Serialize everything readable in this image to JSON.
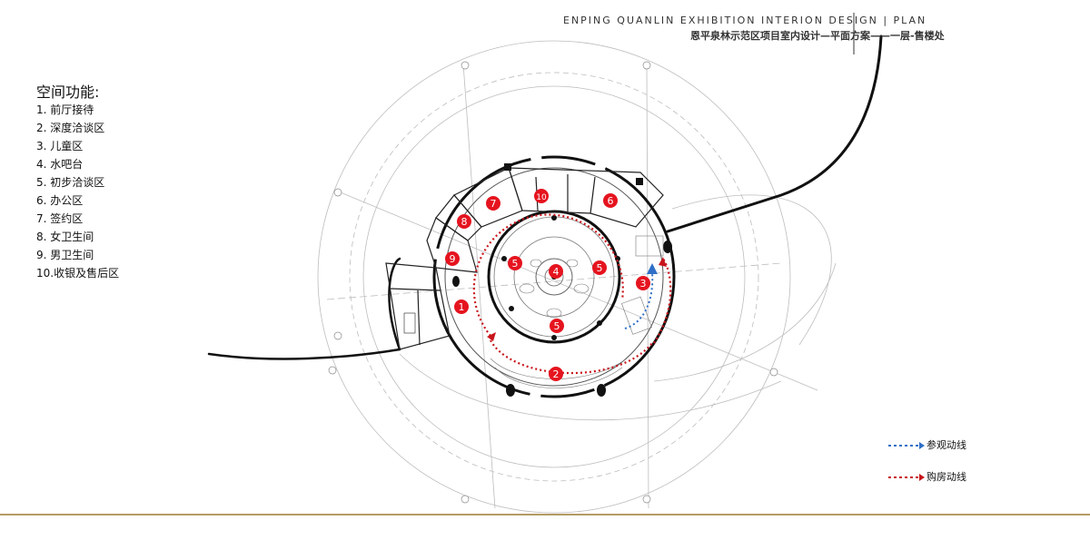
{
  "title": {
    "english": "ENPING QUANLIN EXHIBITION INTERION DESIGN  |  PLAN",
    "chinese": "恩平泉林示范区项目室内设计—平面方案——一层-售楼处"
  },
  "legend": {
    "heading": "空间功能:",
    "items": [
      "1. 前厅接待",
      "2. 深度洽谈区",
      "3. 儿童区",
      "4. 水吧台",
      "5. 初步洽谈区",
      "6. 办公区",
      "7. 签约区",
      "8. 女卫生间",
      "9. 男卫生间",
      "10.收银及售后区"
    ]
  },
  "markers": [
    {
      "label": "1"
    },
    {
      "label": "2"
    },
    {
      "label": "3"
    },
    {
      "label": "4"
    },
    {
      "label": "5"
    },
    {
      "label": "5"
    },
    {
      "label": "5"
    },
    {
      "label": "6"
    },
    {
      "label": "7"
    },
    {
      "label": "8"
    },
    {
      "label": "9"
    },
    {
      "label": "10"
    }
  ],
  "flows": {
    "visit_label": "参观动线",
    "visit_color": "#2f6fc7",
    "purchase_label": "购房动线",
    "purchase_color": "#c8151b"
  },
  "colors": {
    "marker": "#e5141f",
    "wall": "#111111",
    "accent_rule": "#b49b62"
  }
}
